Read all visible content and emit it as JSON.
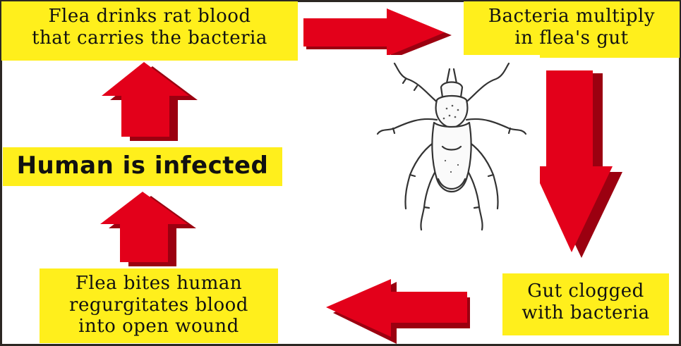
{
  "diagram": {
    "steps": [
      {
        "lines": [
          "Flea drinks rat blood",
          "that carries the bacteria"
        ]
      },
      {
        "lines": [
          "Bacteria multiply",
          "in flea's gut"
        ]
      },
      {
        "lines": [
          "Gut clogged",
          "with bacteria"
        ]
      },
      {
        "lines": [
          "Flea bites human",
          "regurgitates blood",
          "into open wound"
        ]
      },
      {
        "lines": [
          "Human is infected"
        ]
      }
    ],
    "colors": {
      "label_background": "#ffef1c",
      "arrow_fill": "#e3001a",
      "arrow_shade": "#9b0010",
      "frame": "#2c2723"
    },
    "illustration": "flea-illustration"
  }
}
